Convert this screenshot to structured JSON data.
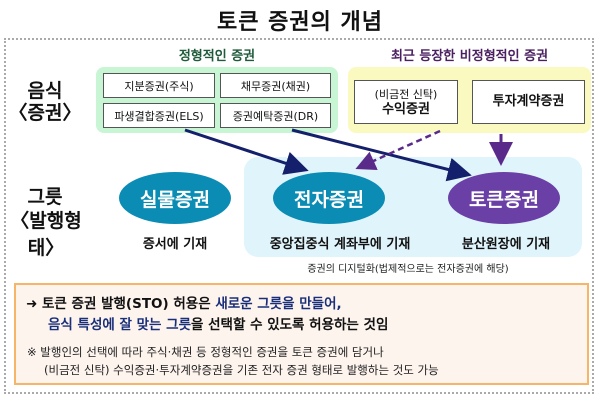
{
  "title": "토큰 증권의 개념",
  "rows": {
    "content_label": "음식",
    "content_sub": "〈증권〉",
    "container_label": "그릇",
    "container_sub": "〈발행형태〉"
  },
  "formal": {
    "header": "정형적인 증권",
    "items": [
      "지분증권(주식)",
      "채무증권(채권)",
      "파생결합증권(ELS)",
      "증권예탁증권(DR)"
    ]
  },
  "informal": {
    "header": "최근 등장한 비정형적인 증권",
    "item1_line1": "(비금전 신탁)",
    "item1_line2": "수익증권",
    "item2": "투자계약증권"
  },
  "forms": [
    {
      "name": "실물증권",
      "caption": "증서에 기재",
      "color": "#0b8cb4"
    },
    {
      "name": "전자증권",
      "caption": "중앙집중식 계좌부에 기재",
      "color": "#0b8cb4"
    },
    {
      "name": "토큰증권",
      "caption": "분산원장에 기재",
      "color": "#6a3fa6"
    }
  ],
  "digitalization_note": "증권의 디지털화(법제적으로는 전자증권에 해당)",
  "summary": {
    "arrow": "➜",
    "line1_a": "토큰 증권 발행(STO) 허용은 ",
    "line1_b": "새로운 그릇을 만들어,",
    "line2_a": "음식 특성에 잘 맞는 그릇",
    "line2_b": "을 선택할 수 있도록 허용하는 것임",
    "note1": "※ 발행인의 선택에 따라 주식·채권 등 정형적인 증권을 토큰 증권에 담거나",
    "note2": "(비금전 신탁) 수익증권·투자계약증권을 기존 전자 증권 형태로 발행하는 것도 가능"
  }
}
